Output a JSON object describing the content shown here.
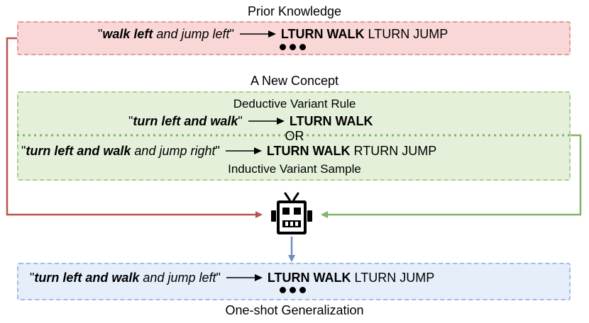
{
  "prior": {
    "title": "Prior Knowledge",
    "q_open": "\"",
    "phrase_bold": "walk left",
    "phrase_rest": " and jump left",
    "q_close": "\"",
    "out_bold": "LTURN WALK",
    "out_rest": " LTURN JUMP"
  },
  "concept": {
    "title": "A New Concept",
    "deductive_label": "Deductive Variant Rule",
    "rule_q_open": "\"",
    "rule_phrase_bold": "turn left and walk",
    "rule_q_close": "\"",
    "rule_out_bold": "LTURN WALK",
    "or_label": "OR",
    "sample_q_open": "\"",
    "sample_phrase_bold": "turn left and walk",
    "sample_phrase_rest": " and jump right",
    "sample_q_close": "\"",
    "sample_out_bold": "LTURN WALK",
    "sample_out_rest": " RTURN JUMP",
    "inductive_label": "Inductive Variant Sample"
  },
  "output": {
    "title": "One-shot Generalization",
    "q_open": "\"",
    "phrase_bold": "turn left and walk",
    "phrase_rest": " and jump left",
    "q_close": "\"",
    "out_bold": "LTURN WALK",
    "out_rest": " LTURN JUMP"
  },
  "icons": {
    "robot": "robot-icon",
    "ellipsis": "ellipsis-icon"
  },
  "colors": {
    "prior_fill": "#f8d7d6",
    "prior_border": "#e39a99",
    "prior_line": "#b85450",
    "concept_fill": "#e5f0da",
    "concept_border": "#a8cf8e",
    "concept_line": "#82b366",
    "output_fill": "#e6eefa",
    "output_border": "#a2bce4",
    "output_line": "#6c8ebf"
  }
}
